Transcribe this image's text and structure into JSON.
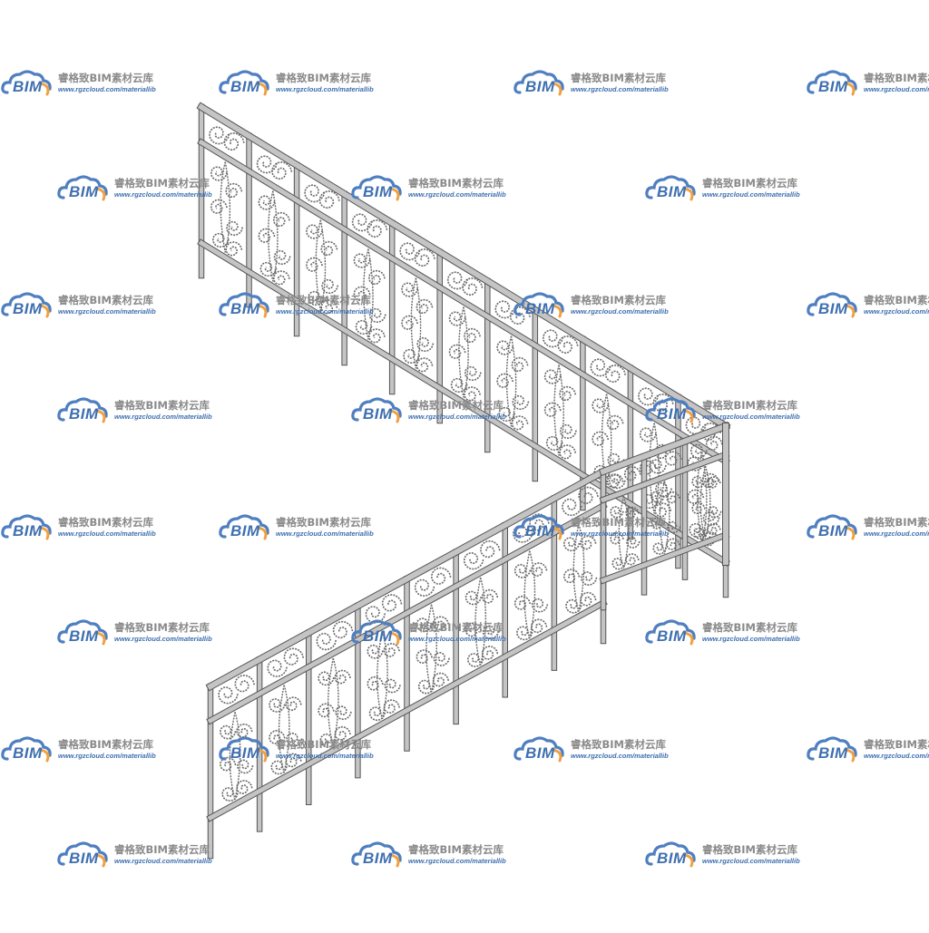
{
  "watermark": {
    "logo_text": "BIM",
    "brand_text": "睿格致BIM素材云库",
    "url_text": "www.rgzcloud.com/materiallib",
    "logo_color": "#3e6fb0",
    "accent_color": "#f0a040"
  },
  "model": {
    "subject": "wrought-iron-railing",
    "frame_color": "#c4c4c4",
    "frame_edge_color": "#555555",
    "scroll_color": "#6a6a6a"
  }
}
